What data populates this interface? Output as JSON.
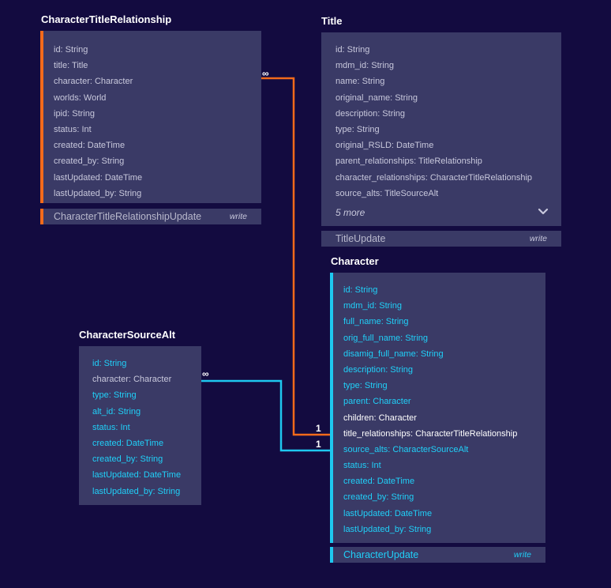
{
  "entities": {
    "character_title_relationship": {
      "name": "CharacterTitleRelationship",
      "fields": [
        "id: String",
        "title: Title",
        "character: Character",
        "worlds: World",
        "ipid: String",
        "status: Int",
        "created: DateTime",
        "created_by: String",
        "lastUpdated: DateTime",
        "lastUpdated_by: String"
      ],
      "update": {
        "name": "CharacterTitleRelationshipUpdate",
        "mode": "write"
      }
    },
    "title": {
      "name": "Title",
      "fields": [
        "id: String",
        "mdm_id: String",
        "name: String",
        "original_name: String",
        "description: String",
        "type: String",
        "original_RSLD: DateTime",
        "parent_relationships: TitleRelationship",
        "character_relationships: CharacterTitleRelationship",
        "source_alts: TitleSourceAlt"
      ],
      "more_label": "5 more",
      "update": {
        "name": "TitleUpdate",
        "mode": "write"
      }
    },
    "character": {
      "name": "Character",
      "fields": [
        "id: String",
        "mdm_id: String",
        "full_name: String",
        "orig_full_name: String",
        "disamig_full_name: String",
        "description: String",
        "type: String",
        "parent: Character",
        "children: Character",
        "title_relationships: CharacterTitleRelationship",
        "source_alts: CharacterSourceAlt",
        "status: Int",
        "created: DateTime",
        "created_by: String",
        "lastUpdated: DateTime",
        "lastUpdated_by: String"
      ],
      "highlighted_fields": [
        8,
        9
      ],
      "update": {
        "name": "CharacterUpdate",
        "mode": "write"
      }
    },
    "character_source_alt": {
      "name": "CharacterSourceAlt",
      "fields": [
        "id: String",
        "character: Character",
        "type: String",
        "alt_id: String",
        "status: Int",
        "created: DateTime",
        "created_by: String",
        "lastUpdated: DateTime",
        "lastUpdated_by: String"
      ],
      "highlighted_fields": [
        1
      ]
    }
  },
  "relations": [
    {
      "from": "CharacterTitleRelationship",
      "to": "Character",
      "from_card": "∞",
      "to_card": "1",
      "color": "#f26a1b"
    },
    {
      "from": "CharacterSourceAlt",
      "to": "Character",
      "from_card": "∞",
      "to_card": "1",
      "color": "#1ec8f0"
    }
  ],
  "colors": {
    "background": "#130b40",
    "card": "#3a3a66",
    "orange": "#f26a1b",
    "cyan": "#1ec8f0"
  },
  "icons": {
    "expand": "chevron-down-icon"
  }
}
